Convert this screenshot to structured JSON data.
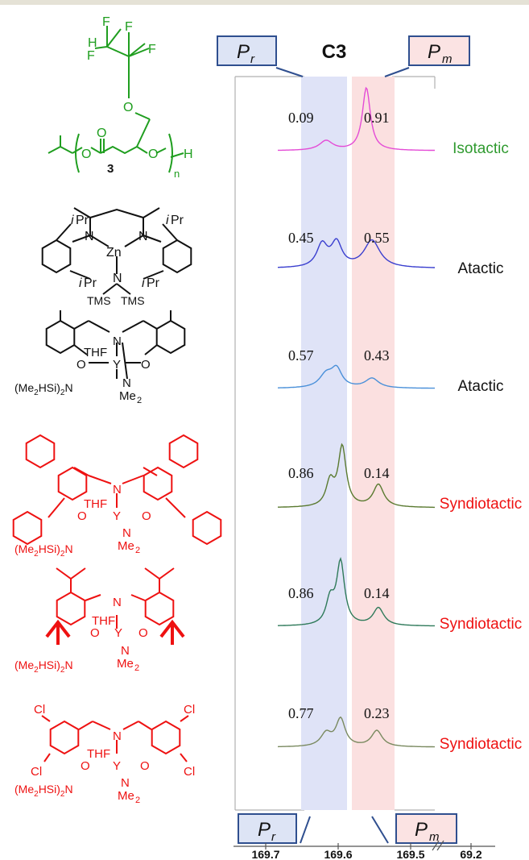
{
  "header": {
    "title": "C3"
  },
  "labels": {
    "racemo": "P",
    "racemo_sub": "r",
    "meso": "P",
    "meso_sub": "m"
  },
  "axis": {
    "ticks": [
      "169.7",
      "169.6",
      "169.5",
      "69.2"
    ]
  },
  "chemistry": {
    "monomer_label": "3",
    "repeat_n": "n",
    "atoms": {
      "F": "F",
      "H": "H",
      "O": "O",
      "N": "N",
      "Zn": "Zn",
      "Y": "Y",
      "Cl": "Cl",
      "THF": "THF",
      "TMS": "TMS"
    },
    "iPr_i": "i",
    "iPr_Pr": "Pr",
    "me2": "Me",
    "me2_sub": "2",
    "amide_pre": "(Me",
    "amide_sub1": "2",
    "amide_mid": "HSi)",
    "amide_sub2": "2",
    "amide_post": "N"
  },
  "colors": {
    "band_r": "#dfe3f7",
    "band_m": "#fbe0e0",
    "label_border": "#2f4f8f",
    "label_r_fill": "#dde4f5",
    "label_m_fill": "#fbe3e3",
    "green": "#1f9e1f",
    "red": "#ee1111"
  },
  "spectra": [
    {
      "r": "0.09",
      "m": "0.91",
      "tacticity": "Isotactic",
      "tacticity_color": "#2f9a2f",
      "line_color": "#e44bd6"
    },
    {
      "r": "0.45",
      "m": "0.55",
      "tacticity": "Atactic",
      "tacticity_color": "#111111",
      "line_color": "#3a3fcf"
    },
    {
      "r": "0.57",
      "m": "0.43",
      "tacticity": "Atactic",
      "tacticity_color": "#111111",
      "line_color": "#4a90d9"
    },
    {
      "r": "0.86",
      "m": "0.14",
      "tacticity": "Syndiotactic",
      "tacticity_color": "#ee1111",
      "line_color": "#5a7a30"
    },
    {
      "r": "0.86",
      "m": "0.14",
      "tacticity": "Syndiotactic",
      "tacticity_color": "#ee1111",
      "line_color": "#2f7a5a"
    },
    {
      "r": "0.77",
      "m": "0.23",
      "tacticity": "Syndiotactic",
      "tacticity_color": "#ee1111",
      "line_color": "#7a8a60"
    }
  ]
}
